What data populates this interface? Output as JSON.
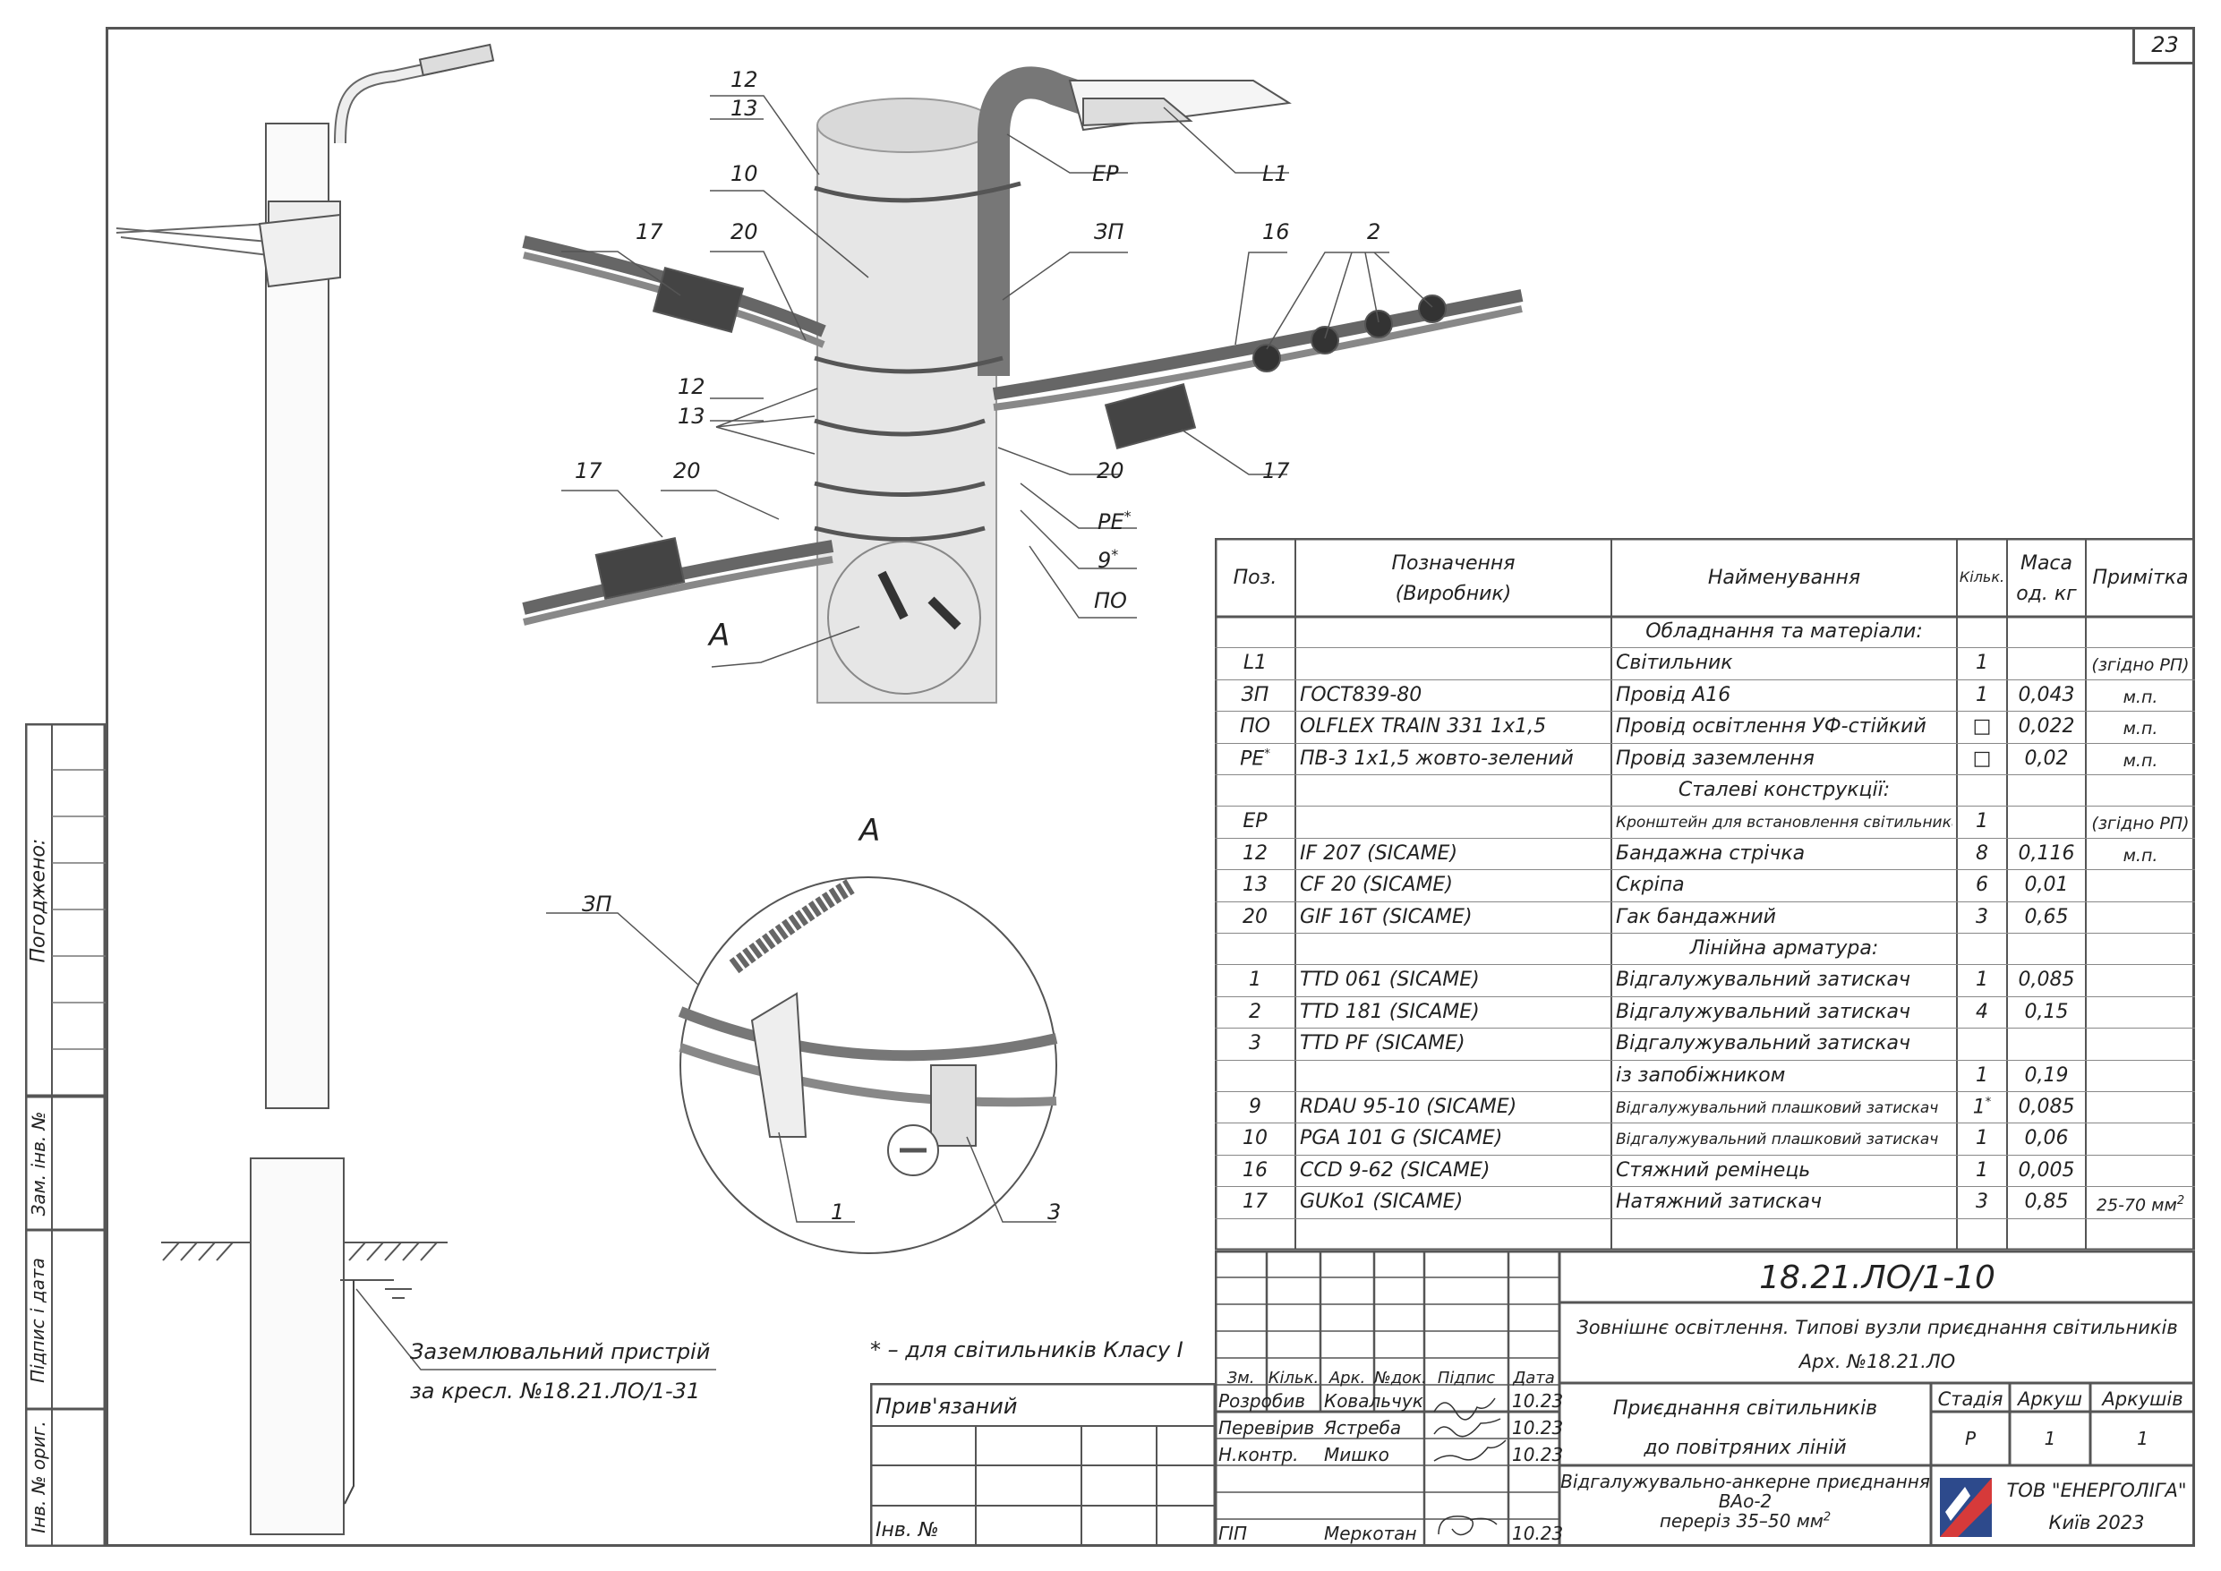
{
  "sheet_number": "23",
  "side_labels": {
    "agreed": "Погоджено:",
    "replacement_no": "Зам. інв. №",
    "signature_date": "Підпис і дата",
    "original_no": "Інв. № ориг."
  },
  "callouts": {
    "c12a": "12",
    "c13a": "13",
    "c10": "10",
    "c20a": "20",
    "c17a": "17",
    "ep": "ЕР",
    "l1": "L1",
    "zp": "ЗП",
    "c16": "16",
    "c2": "2",
    "c12b": "12",
    "c13b": "13",
    "c17b": "17",
    "c20b": "20",
    "c17c": "17",
    "c20c": "20",
    "pe": "PE",
    "pe_star": "*",
    "c9": "9",
    "c9_star": "*",
    "po": "ПО",
    "a_main": "А",
    "detail_title": "А",
    "detail_zp": "ЗП",
    "detail_1": "1",
    "detail_3": "3"
  },
  "grounding_note_1": "Заземлювальний пристрій",
  "grounding_note_2": "за кресл. №18.21.ЛО/1-31",
  "class_note": "* – для світильників Класу І",
  "spec": {
    "headers": {
      "pos": "Поз.",
      "designation_1": "Позначення",
      "designation_2": "(Виробник)",
      "name": "Найменування",
      "qty": "Кільк.",
      "mass_1": "Маса",
      "mass_2": "од. кг",
      "note": "Примітка"
    },
    "rows": [
      {
        "section": "Обладнання та матеріали:"
      },
      {
        "pos": "L1",
        "des": "",
        "name": "Світильник",
        "qty": "1",
        "mass": "",
        "note": "(згідно РП)"
      },
      {
        "pos": "ЗП",
        "des": "ГОСТ839-80",
        "name": "Провід А16",
        "qty": "1",
        "mass": "0,043",
        "note": "м.п."
      },
      {
        "pos": "ПО",
        "des": "OLFLEX TRAIN 331 1x1,5",
        "name": "Провід освітлення УФ-стійкий",
        "qty": "□",
        "mass": "0,022",
        "note": "м.п."
      },
      {
        "pos": "PE",
        "pos_sup": "*",
        "des": "ПВ-3 1x1,5 жовто-зелений",
        "name": "Провід заземлення",
        "qty": "□",
        "mass": "0,02",
        "note": "м.п."
      },
      {
        "section": "Сталеві конструкції:"
      },
      {
        "pos": "ЕР",
        "des": "",
        "name": "Кронштейн для встановлення світильника",
        "name_small": true,
        "qty": "1",
        "mass": "",
        "note": "(згідно РП)"
      },
      {
        "pos": "12",
        "des": "IF 207  (SICAME)",
        "name": "Бандажна стрічка",
        "qty": "8",
        "mass": "0,116",
        "note": "м.п."
      },
      {
        "pos": "13",
        "des": "CF 20  (SICAME)",
        "name": "Скріпа",
        "qty": "6",
        "mass": "0,01",
        "note": ""
      },
      {
        "pos": "20",
        "des": "GIF 16T  (SICAME)",
        "name": "Гак бандажний",
        "qty": "3",
        "mass": "0,65",
        "note": ""
      },
      {
        "section": "Лінійна арматура:"
      },
      {
        "pos": "1",
        "des": "TTD 061  (SICAME)",
        "name": "Відгалужувальний затискач",
        "qty": "1",
        "mass": "0,085",
        "note": ""
      },
      {
        "pos": "2",
        "des": "TTD 181  (SICAME)",
        "name": "Відгалужувальний затискач",
        "qty": "4",
        "mass": "0,15",
        "note": ""
      },
      {
        "pos": "3",
        "des": "TTD PF  (SICAME)",
        "name": "Відгалужувальний затискач",
        "qty": "",
        "mass": "",
        "note": ""
      },
      {
        "pos": "",
        "des": "",
        "name": "із запобіжником",
        "qty": "1",
        "mass": "0,19",
        "note": ""
      },
      {
        "pos": "9",
        "des": "RDAU 95-10  (SICAME)",
        "name": "Відгалужувальний плашковий затискач",
        "name_small": true,
        "qty": "1",
        "qty_sup": "*",
        "mass": "0,085",
        "note": ""
      },
      {
        "pos": "10",
        "des": "PGA 101 G  (SICAME)",
        "name": "Відгалужувальний плашковий затискач",
        "name_small": true,
        "qty": "1",
        "mass": "0,06",
        "note": ""
      },
      {
        "pos": "16",
        "des": "CCD 9-62  (SICAME)",
        "name": "Стяжний ремінець",
        "qty": "1",
        "mass": "0,005",
        "note": ""
      },
      {
        "pos": "17",
        "des": "GUKo1  (SICAME)",
        "name": "Натяжний затискач",
        "qty": "3",
        "mass": "0,85",
        "note": "25-70 мм",
        "note_sup": "2"
      },
      {
        "pos": "",
        "des": "",
        "name": "",
        "qty": "",
        "mass": "",
        "note": ""
      }
    ]
  },
  "title_block": {
    "doc_code": "18.21.ЛО/1-10",
    "project_title": "Зовнішнє освітлення. Типові вузли приєднання світильників",
    "archive_no": "Арх. №18.21.ЛО",
    "col_headers": [
      "Зм.",
      "Кільк.",
      "Арк.",
      "№док.",
      "Підпис",
      "Дата"
    ],
    "roles": [
      {
        "role": "Розробив",
        "name": "Ковальчук",
        "date": "10.23"
      },
      {
        "role": "Перевірив",
        "name": "Ястреба",
        "date": "10.23"
      },
      {
        "role": "Н.контр.",
        "name": "Мишко",
        "date": "10.23"
      },
      {
        "role": "ГІП",
        "name": "Меркотан",
        "date": "10.23"
      }
    ],
    "sheet_title_1": "Приєднання світильників",
    "sheet_title_2": "до повітряних ліній",
    "stage_label": "Стадія",
    "sheet_label": "Аркуш",
    "sheets_label": "Аркушів",
    "stage": "Р",
    "sheet": "1",
    "sheets": "1",
    "drawing_title_1": "Відгалужувально-анкерне приєднання",
    "drawing_title_2": "ВАо-2",
    "drawing_title_3": "переріз 35–50 мм",
    "drawing_title_3_sup": "2",
    "company": "ТОВ \"ЕНЕРГОЛІГА\"",
    "city_year": "Київ 2023",
    "tied": "Прив'язаний",
    "inv_no": "Інв. №"
  }
}
